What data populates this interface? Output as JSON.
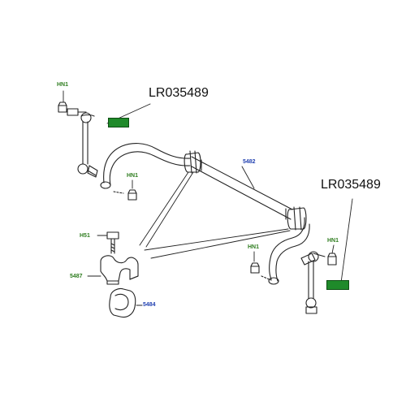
{
  "callouts": {
    "left_link_part_number": "LR035489",
    "right_link_part_number": "LR035489"
  },
  "labels": {
    "hn1_top": "HN1",
    "hn1_mid": "HN1",
    "hn1_right": "HN1",
    "hn1_far_right": "HN1",
    "h51": "H51",
    "bar_5482": "5482",
    "clamp_5487": "5487",
    "bush_5484": "5484"
  },
  "colors": {
    "code_green": "#2e7d1f",
    "code_blue": "#1f3fb0",
    "tag_fill": "#1f8a2a"
  }
}
